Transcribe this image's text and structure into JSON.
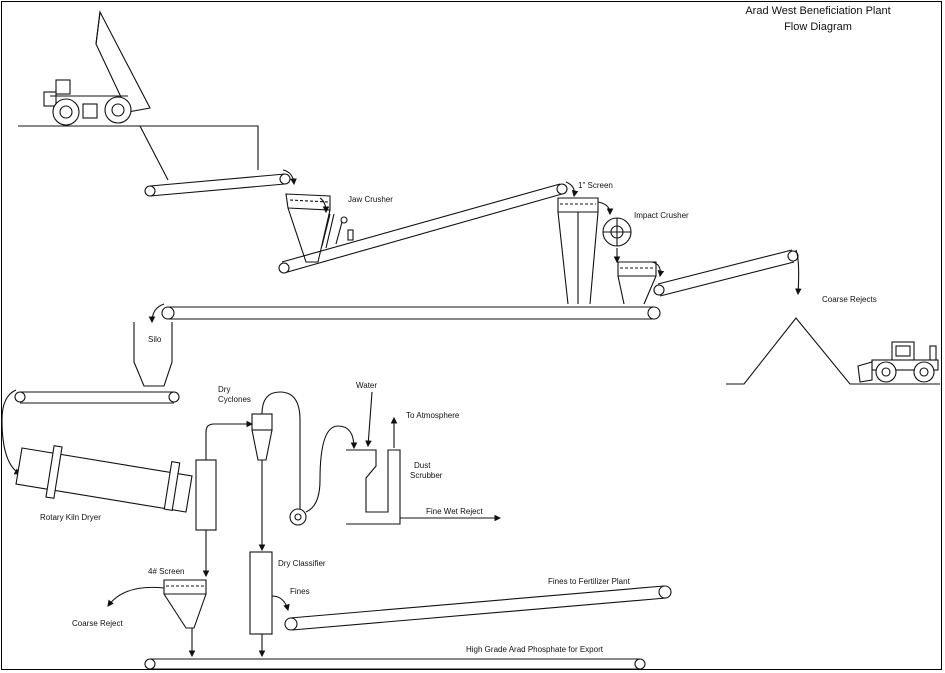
{
  "title": {
    "line1": "Arad West Beneficiation Plant",
    "line2": "Flow Diagram"
  },
  "labels": {
    "jaw_crusher": "Jaw Crusher",
    "screen_1in": "1\" Screen",
    "impact_crusher": "Impact Crusher",
    "coarse_rejects": "Coarse Rejects",
    "silo": "Silo",
    "dry_cyclones_1": "Dry",
    "dry_cyclones_2": "Cyclones",
    "water": "Water",
    "to_atmosphere": "To Atmosphere",
    "dust_scrubber_1": "Dust",
    "dust_scrubber_2": "Scrubber",
    "rotary_kiln_dryer": "Rotary Kiln Dryer",
    "fine_wet_reject": "Fine Wet Reject",
    "screen_4": "4# Screen",
    "dry_classifier": "Dry Classifier",
    "fines": "Fines",
    "fines_to_fertilizer": "Fines to Fertilizer Plant",
    "coarse_reject": "Coarse Reject",
    "high_grade": "High Grade Arad Phosphate for Export"
  }
}
